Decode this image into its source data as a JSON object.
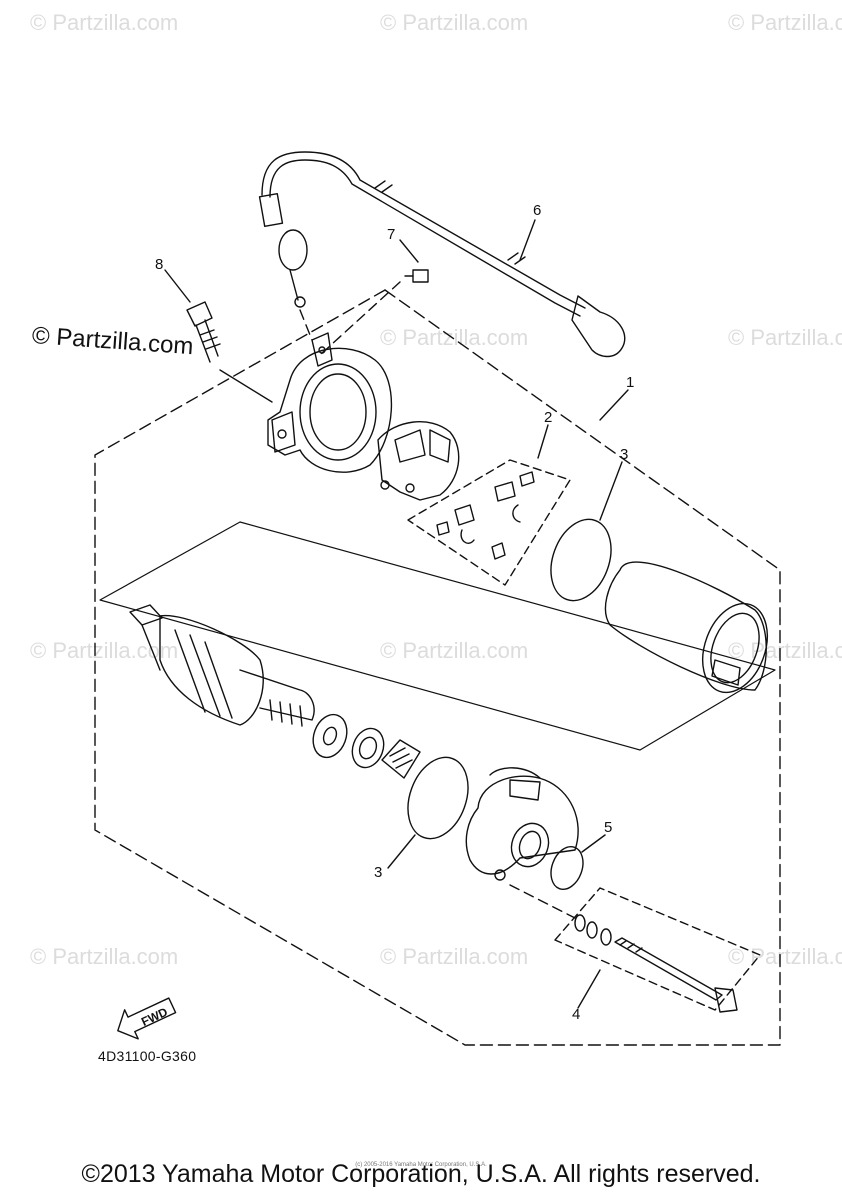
{
  "watermark": "© Partzilla.com",
  "featured_watermark": "© Partzilla.com",
  "callouts": {
    "c1": "1",
    "c2": "2",
    "c3a": "3",
    "c3b": "3",
    "c4": "4",
    "c5": "5",
    "c6": "6",
    "c7": "7",
    "c8": "8"
  },
  "fwd_label": "FWD",
  "part_code": "4D31100-G360",
  "small_print": "(c) 2005-2016 Yamaha Motor Corporation, U.S.A.",
  "copyright": "©2013 Yamaha Motor Corporation, U.S.A. All rights reserved."
}
